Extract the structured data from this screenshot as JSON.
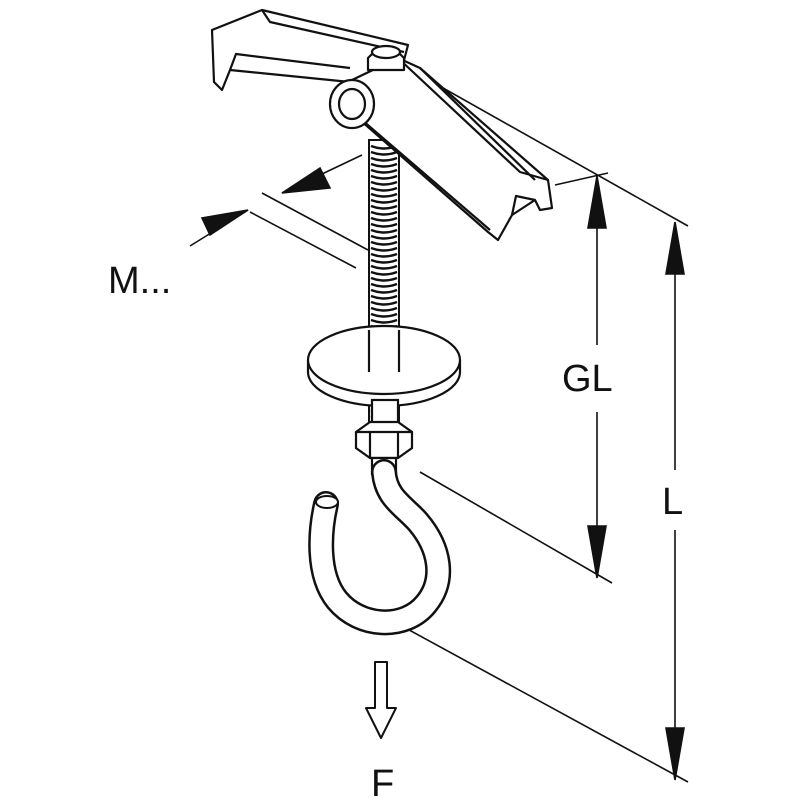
{
  "diagram": {
    "labels": {
      "thread_size": "M...",
      "grip_length": "GL",
      "total_length": "L",
      "force": "F"
    }
  }
}
